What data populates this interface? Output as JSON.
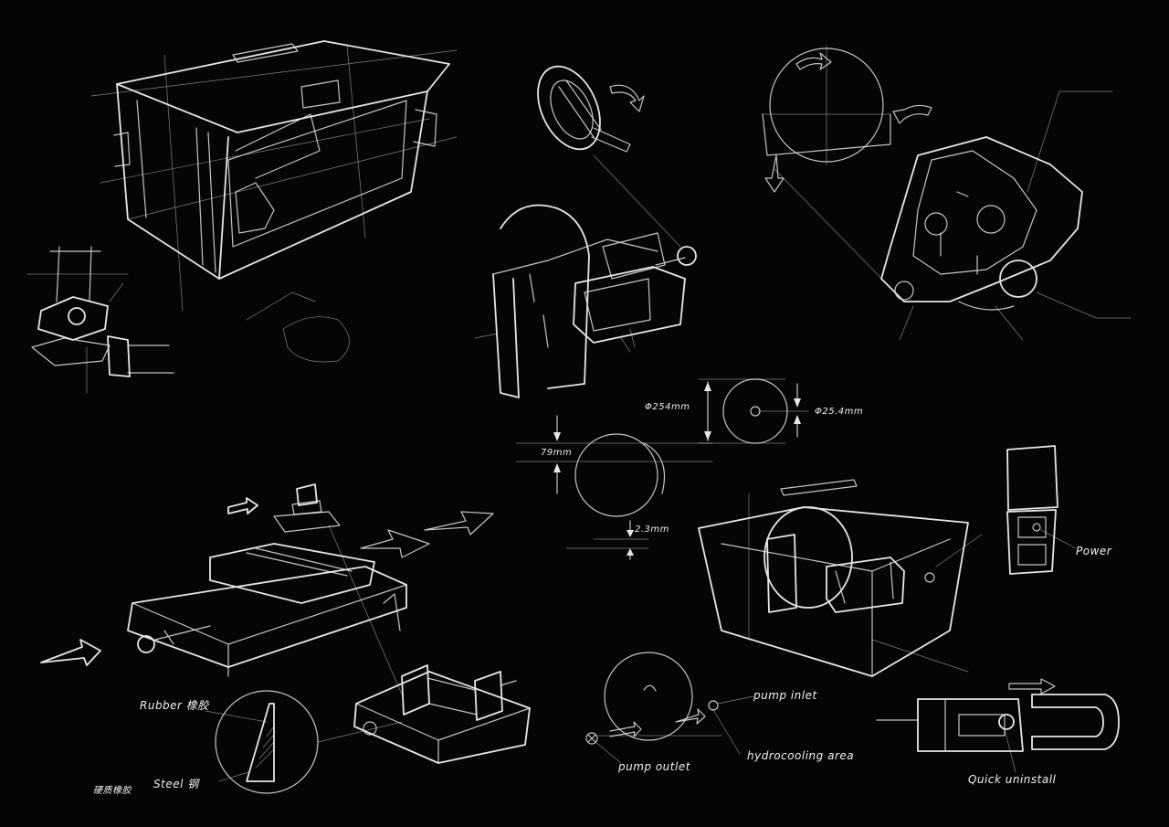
{
  "dimensions": {
    "outer_diameter": "Φ254mm",
    "bore_diameter": "Φ25.4mm",
    "depth": "79mm",
    "clearance": "2.3mm"
  },
  "labels": {
    "power": "Power",
    "pump_inlet": "pump inlet",
    "pump_outlet": "pump outlet",
    "hydrocooling": "hydrocooling area",
    "quick_uninstall": "Quick uninstall",
    "rubber": "Rubber 橡胶",
    "steel": "Steel 钢",
    "material_note": "硬质橡胶"
  },
  "colors": {
    "background": "#050505",
    "chalk": "#e6e6e6"
  }
}
